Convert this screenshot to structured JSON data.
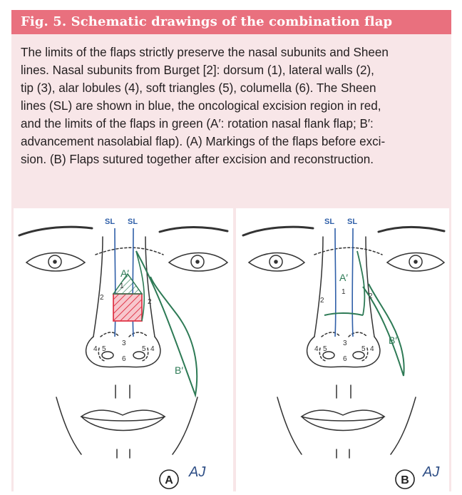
{
  "figure": {
    "title": "Fig. 5. Schematic drawings of the combination flap",
    "caption_lines": [
      "The limits of the flaps strictly preserve the nasal subunits and Sheen",
      "lines. Nasal subunits from Burget [2]: dorsum (1), lateral walls (2),",
      "tip (3), alar lobules (4), soft triangles (5), columella (6). The Sheen",
      "lines (SL) are shown in blue, the oncological excision region in red,",
      "and the limits of the flaps in green (A′: rotation nasal flank flap; B′:",
      "advancement nasolabial flap). (A) Markings of the flaps before exci-",
      "sion. (B) Flaps sutured together after excision and reconstruction."
    ],
    "colors": {
      "header": "#e9707e",
      "panel_background": "#f8e6e8",
      "sheen_lines": "#2f5fa8",
      "excision": "#e0384a",
      "flap": "#2d7a55"
    }
  },
  "panel_a": {
    "label": "A",
    "sl_left": "SL",
    "sl_right": "SL",
    "flap_a": "A′",
    "flap_b": "B′",
    "n1": "1",
    "n2_left": "2",
    "n2_right": "2",
    "n3": "3",
    "n4_left": "4",
    "n4_right": "4",
    "n5_left": "5",
    "n5_right": "5",
    "n6": "6",
    "signature": "AJ"
  },
  "panel_b": {
    "label": "B",
    "sl_left": "SL",
    "sl_right": "SL",
    "flap_a": "A′",
    "flap_b": "B′",
    "n1": "1",
    "n2_left": "2",
    "n2_right": "2",
    "n3": "3",
    "n4_left": "4",
    "n4_right": "4",
    "n5_left": "5",
    "n5_right": "5",
    "n6": "6",
    "signature": "AJ"
  }
}
